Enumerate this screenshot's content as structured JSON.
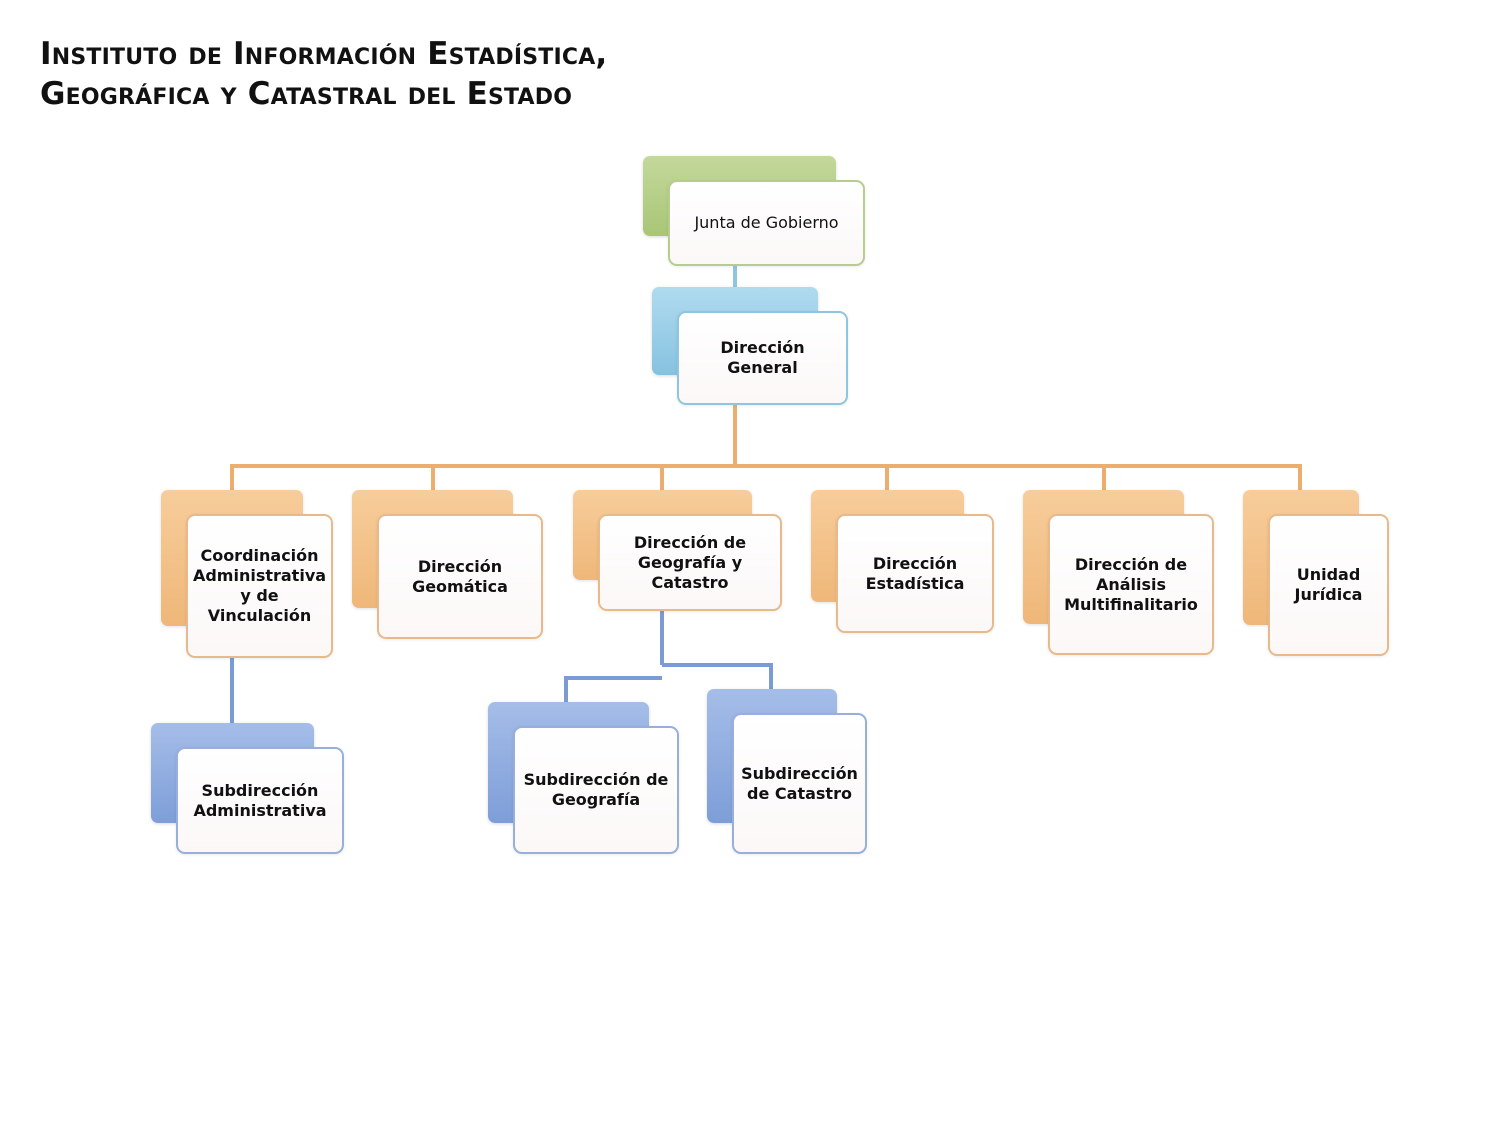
{
  "title": {
    "line1": "Instituto de Información Estadística,",
    "line2": "Geográfica y Catastral del Estado"
  },
  "colors": {
    "green": "#a9c676",
    "light_blue": "#86c2e0",
    "orange": "#efb779",
    "blue": "#7e9ed8",
    "connector_orange": "#ecae6f",
    "connector_blue": "#7b9bd4",
    "connector_light_blue": "#8ec6e2"
  },
  "nodes": {
    "junta": {
      "lines": [
        "Junta de Gobierno"
      ]
    },
    "direccion_general": {
      "lines": [
        "Dirección General"
      ]
    },
    "coordinacion": {
      "lines": [
        "Coordinación",
        "Administrativa",
        "y de",
        "Vinculación"
      ]
    },
    "geomatica": {
      "lines": [
        "Dirección",
        "Geomática"
      ]
    },
    "geografia_catastro": {
      "lines": [
        "Dirección de",
        "Geografía y",
        "Catastro"
      ]
    },
    "estadistica": {
      "lines": [
        "Dirección",
        "Estadística"
      ]
    },
    "analisis": {
      "lines": [
        "Dirección de",
        "Análisis",
        "Multifinalitario"
      ]
    },
    "juridica": {
      "lines": [
        "Unidad",
        "Jurídica"
      ]
    },
    "sub_administrativa": {
      "lines": [
        "Subdirección",
        "Administrativa"
      ]
    },
    "sub_geografia": {
      "lines": [
        "Subdirección de",
        "Geografía"
      ]
    },
    "sub_catastro": {
      "lines": [
        "Subdirección",
        "de Catastro"
      ]
    }
  }
}
